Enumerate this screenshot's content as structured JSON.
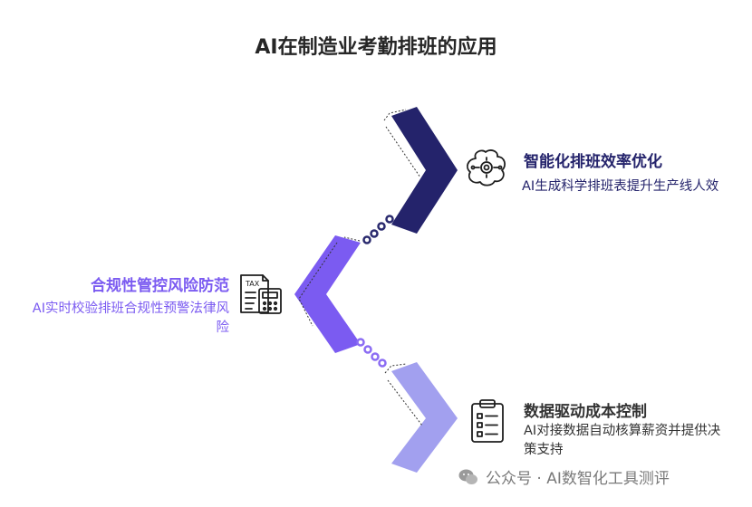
{
  "title": "AI在制造业考勤排班的应用",
  "items": [
    {
      "title": "智能化排班效率优化",
      "description": "AI生成科学排班表提升生产线人效",
      "icon": "brain-icon",
      "color": "#24236b"
    },
    {
      "title": "合规性管控风险防范",
      "description": "AI实时校验排班合规性预警法律风险",
      "icon": "tax-document-icon",
      "color": "#7b5bf1"
    },
    {
      "title": "数据驱动成本控制",
      "description": "AI对接数据自动核算薪资并提供决策支持",
      "icon": "clipboard-icon",
      "color": "#a2a0ef"
    }
  ],
  "watermark": "公众号 · AI数智化工具测评"
}
